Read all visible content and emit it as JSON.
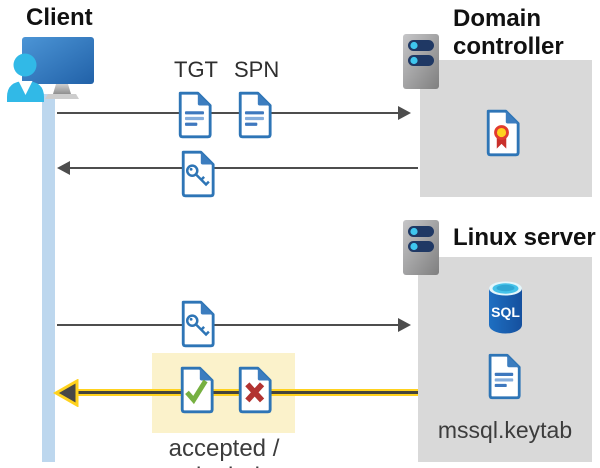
{
  "client": {
    "title": "Client"
  },
  "domain_controller": {
    "title": "Domain controller"
  },
  "linux_server": {
    "title": "Linux server",
    "database_label": "SQL",
    "keytab_label": "mssql.keytab"
  },
  "flow": {
    "tgt_label": "TGT",
    "spn_label": "SPN",
    "result_label": "accepted / denied"
  },
  "icons": {
    "client": "user-at-monitor-icon",
    "domain_controller": "server-icon",
    "linux_server": "server-icon",
    "tgt": "document-icon",
    "spn": "document-icon",
    "session_key": "key-document-icon",
    "certificate": "certificate-document-icon",
    "database": "sql-database-icon",
    "keytab_file": "document-icon",
    "accepted": "check-document-icon",
    "denied": "x-document-icon"
  },
  "colors": {
    "doc_blue": "#2e75b6",
    "box_gray": "#d9d9d9",
    "timeline_blue": "#bdd7ee",
    "highlight_yellow_fill": "#fbf2cb",
    "arrow_yellow": "#ffd21e",
    "arrow_gray": "#4d4d4d",
    "check_green": "#76b041",
    "cross_red": "#b23331",
    "seal_red": "#e23b2e",
    "seal_yellow": "#ffd21e",
    "sql_blue": "#1e6fc2",
    "person_cyan": "#31b9e7"
  }
}
